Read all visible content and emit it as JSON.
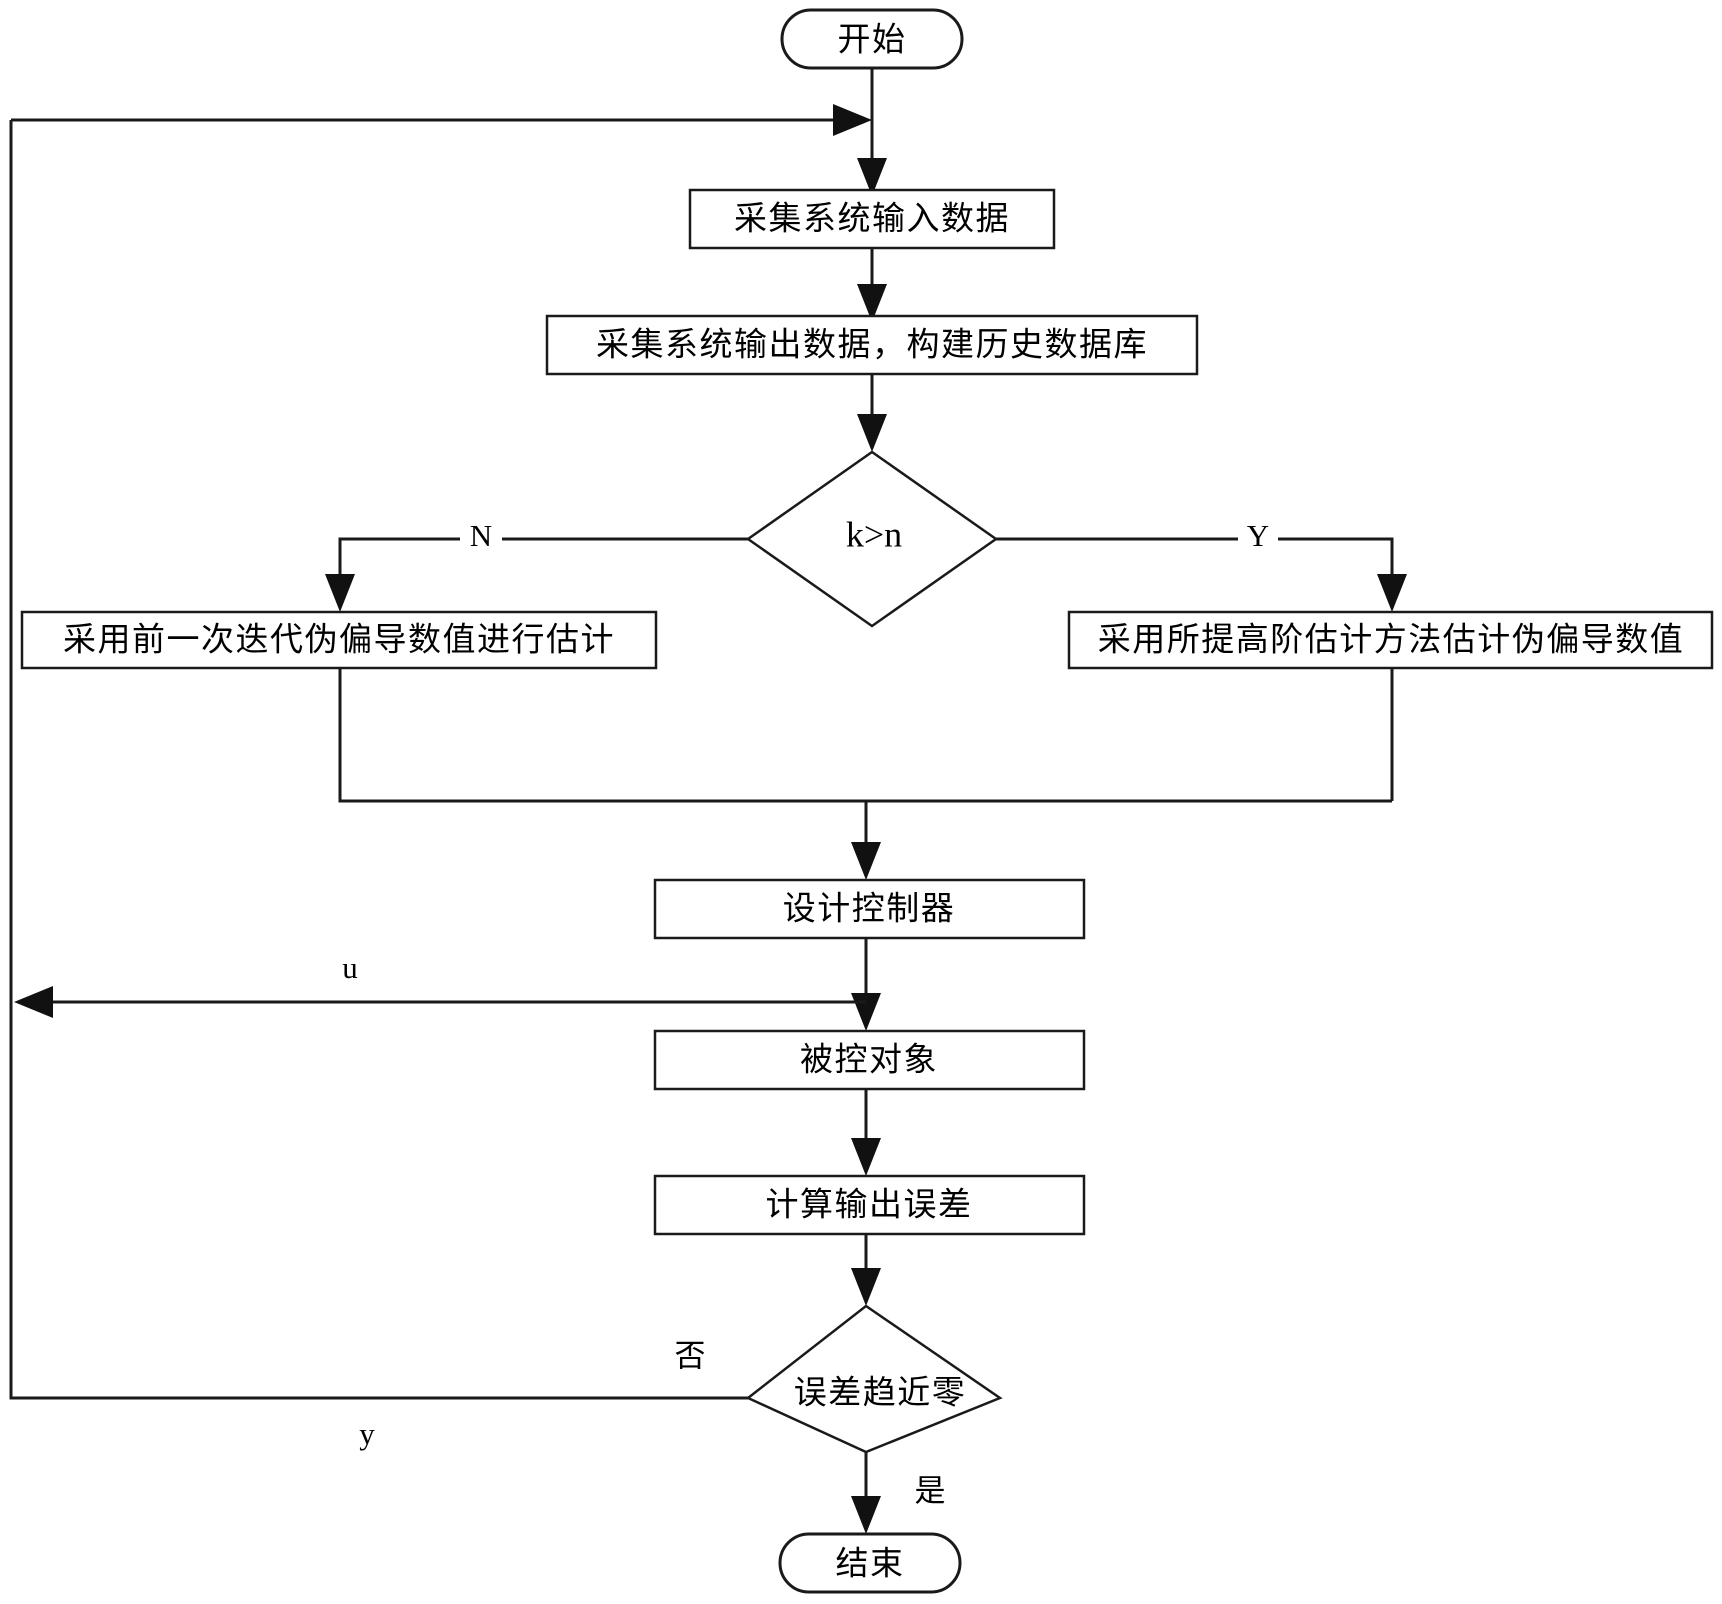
{
  "diagram": {
    "type": "flowchart",
    "title": "",
    "orientation": "top-to-bottom",
    "background_color": "#ffffff",
    "line_color": "#1a1a1a",
    "text_color": "#000000"
  },
  "nodes": {
    "start": {
      "label": "开始",
      "shape": "rounded-terminator"
    },
    "collect_input": {
      "label": "采集系统输入数据",
      "shape": "rectangle"
    },
    "collect_output": {
      "label": "采集系统输出数据，构建历史数据库",
      "shape": "rectangle"
    },
    "decision_kn": {
      "label": "k>n",
      "shape": "diamond"
    },
    "prev_iteration": {
      "label": "采用前一次迭代伪偏导数值进行估计",
      "shape": "rectangle"
    },
    "high_order": {
      "label": "采用所提高阶估计方法估计伪偏导数值",
      "shape": "rectangle"
    },
    "design_controller": {
      "label": "设计控制器",
      "shape": "rectangle"
    },
    "controlled_plant": {
      "label": "被控对象",
      "shape": "rectangle"
    },
    "compute_error": {
      "label": "计算输出误差",
      "shape": "rectangle"
    },
    "decision_error": {
      "label": "误差趋近零",
      "shape": "diamond"
    },
    "end": {
      "label": "结束",
      "shape": "rounded-terminator"
    }
  },
  "edge_labels": {
    "kn_no": "N",
    "kn_yes": "Y",
    "control_signal": "u",
    "error_no": "否",
    "output_signal": "y",
    "error_yes": "是"
  }
}
